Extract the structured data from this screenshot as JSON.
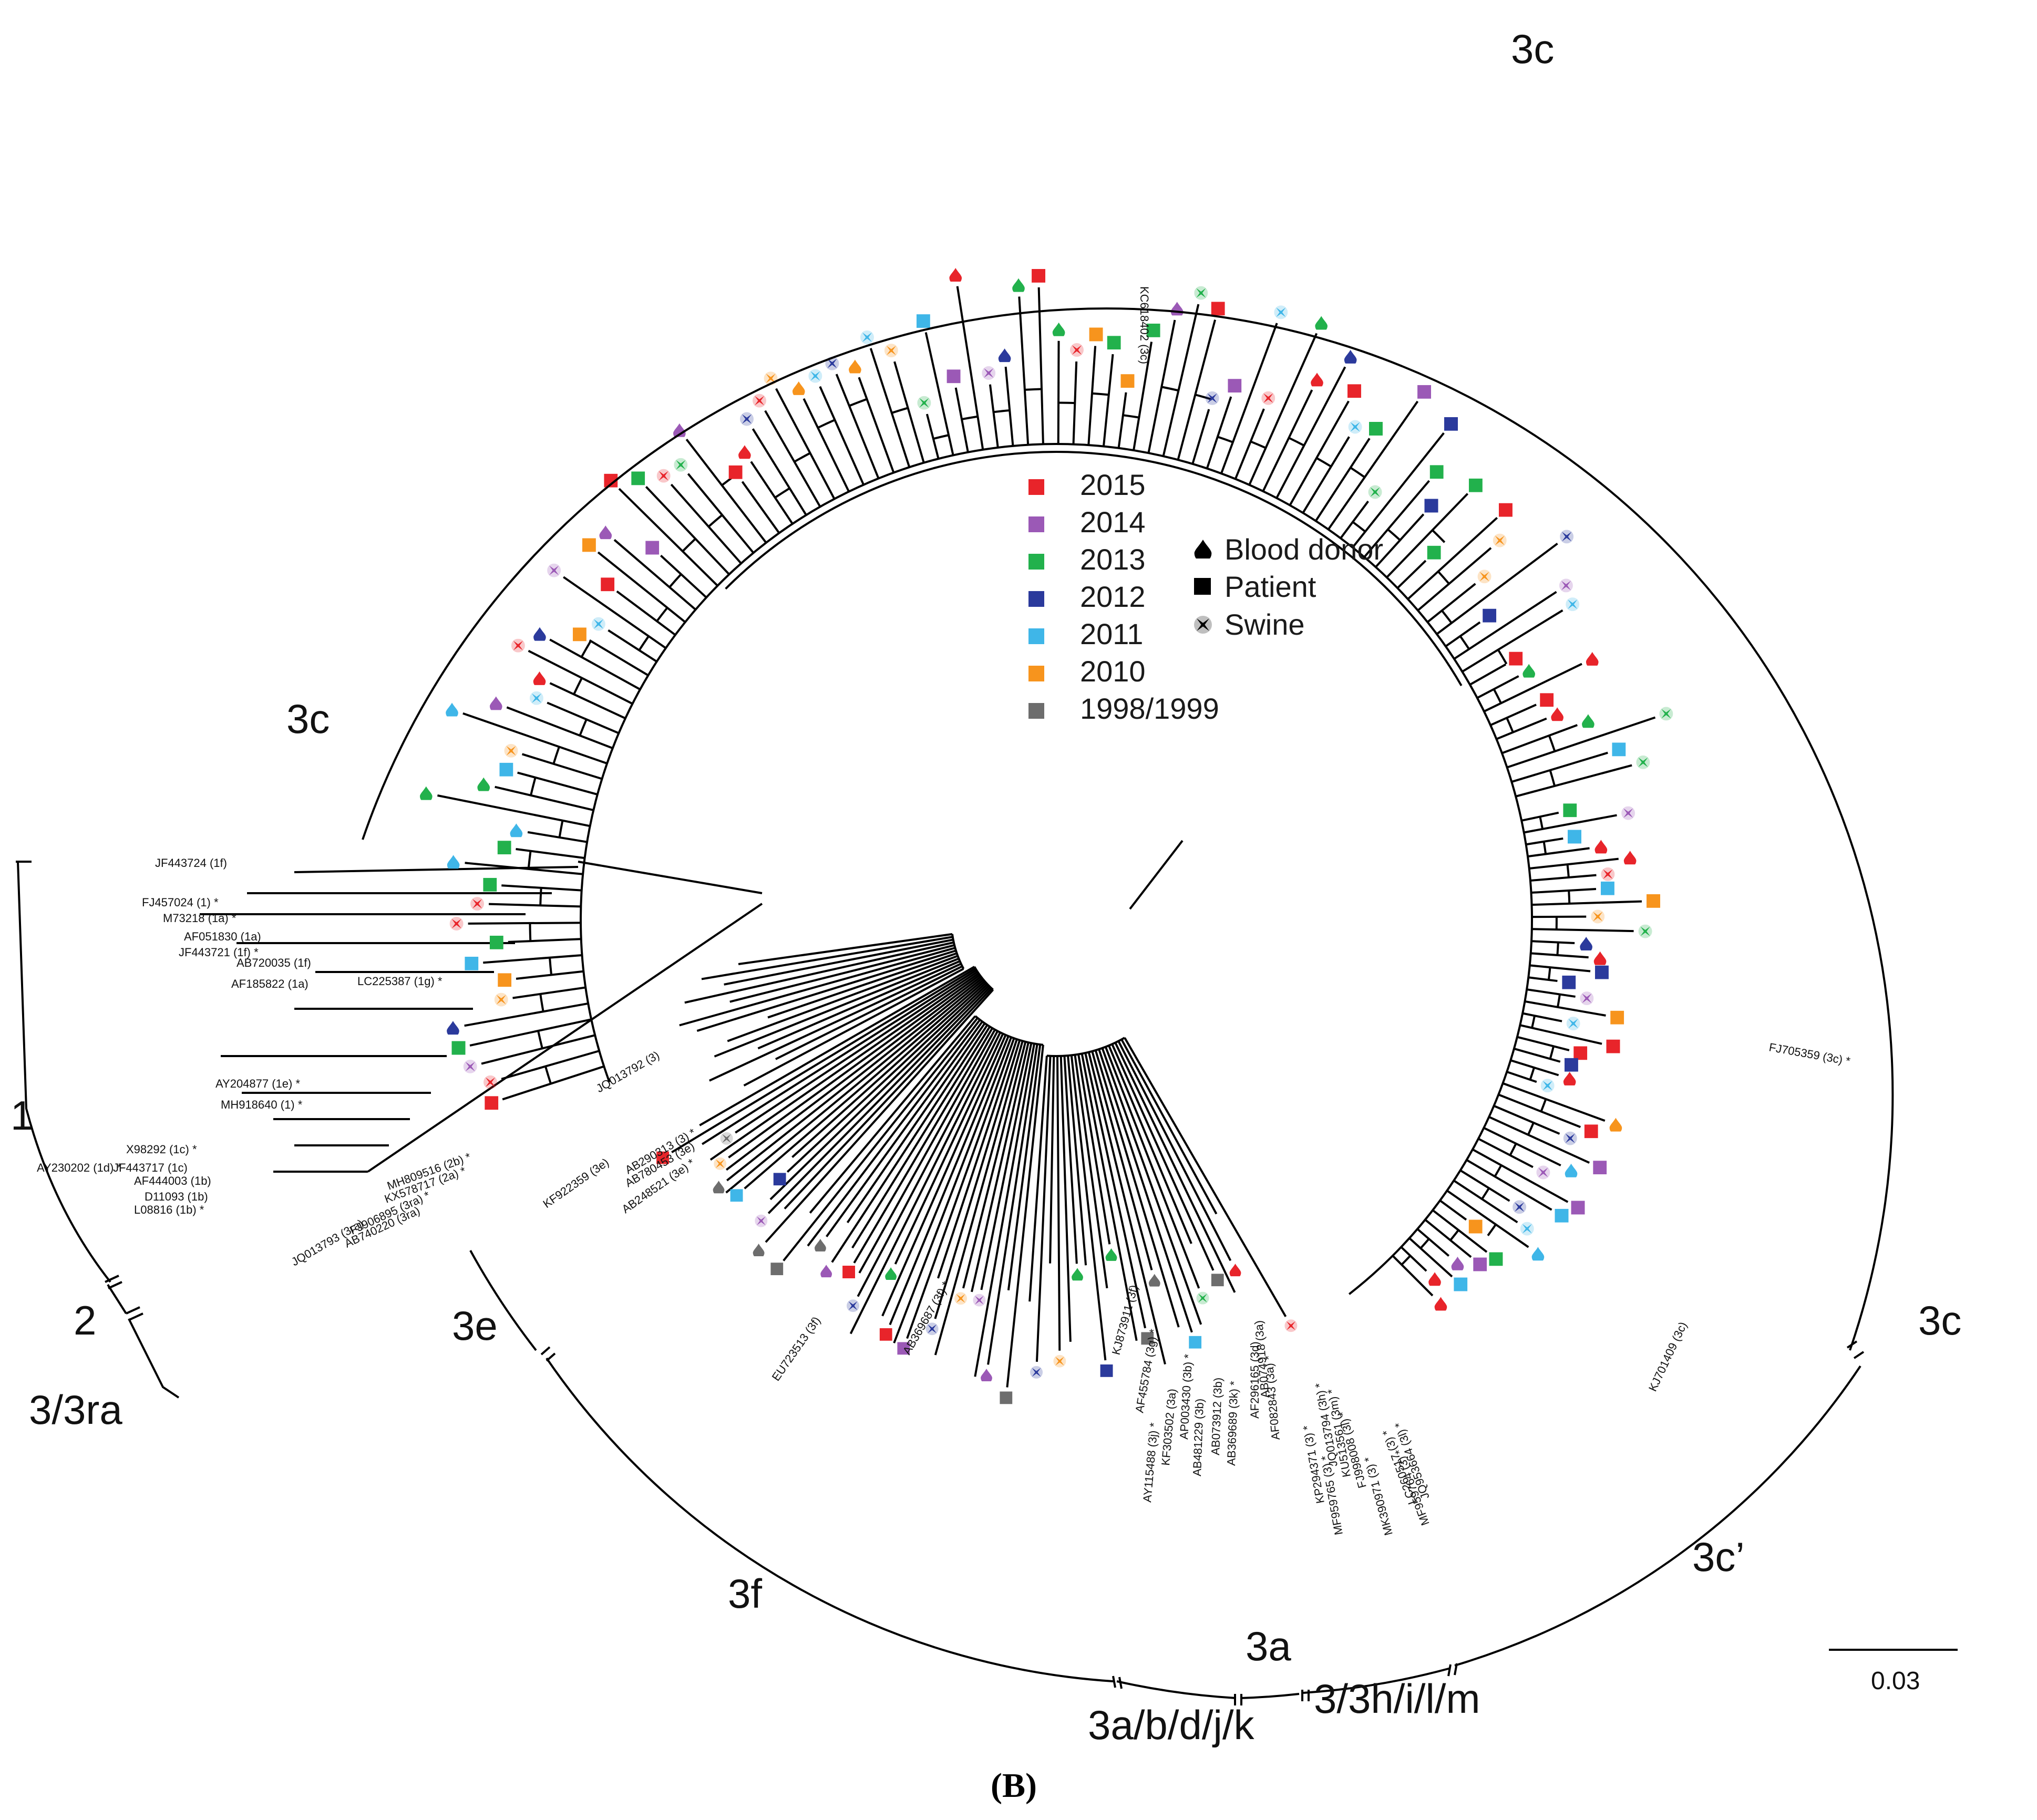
{
  "colors": {
    "2015": "#e8242a",
    "2014": "#9b59b6",
    "2013": "#22b14c",
    "2012": "#2b3a9c",
    "2011": "#3fb6e8",
    "2010": "#f7941d",
    "1998/1999": "#6d6d6d"
  },
  "legend": {
    "years": [
      "2015",
      "2014",
      "2013",
      "2012",
      "2011",
      "2010",
      "1998/1999"
    ],
    "types": [
      {
        "icon": "blood-drop-icon",
        "label": "Blood donor"
      },
      {
        "icon": "square-icon",
        "label": "Patient"
      },
      {
        "icon": "maltese-cross-icon",
        "label": "Swine"
      }
    ]
  },
  "clades": {
    "c3c_top": "3c",
    "c3c_left": "3c",
    "c3c_right": "3c",
    "c1": "1",
    "c2": "2",
    "c3ra": "3/3ra",
    "c3e": "3e",
    "c3f": "3f",
    "c3a": "3a",
    "c3abdjk": "3a/b/d/j/k",
    "c3hilm": "3/3h/i/l/m",
    "c3cprime": "3c’"
  },
  "references": [
    "JF443724 (1f)",
    "FJ457024 (1) *",
    "M73218 (1a) *",
    "AF051830 (1a)",
    "JF443721 (1f) *",
    "AB720035 (1f)",
    "AF185822 (1a)",
    "LC225387 (1g) *",
    "AY204877 (1e) *",
    "MH918640 (1) *",
    "AY230202 (1d) *",
    "X98292 (1c) *",
    "JF443717 (1c)",
    "AF444003 (1b)",
    "D11093 (1b)",
    "L08816 (1b) *",
    "MH809516 (2b) *",
    "KX578717 (2a) *",
    "FJ906895 (3ra) *",
    "AB740220 (3ra)",
    "JQ013793 (3ra)",
    "JQ013792 (3)",
    "AB290313 (3) *",
    "AB780453 (3e)",
    "KF922359 (3e)",
    "AB248521 (3e) *",
    "EU723513 (3f)",
    "AB369687 (3f) *",
    "KJ873911 (3f)",
    "AF455784 (3g) *",
    "AY115488 (3j) *",
    "KF303502 (3a)",
    "AP003430 (3b) *",
    "AB481229 (3b)",
    "AB073912 (3b)",
    "AB369689 (3k) *",
    "AF296165 (3d)",
    "AB074918 (3a)",
    "AF082843 (3a) *",
    "KP294371 (3) *",
    "MF959765 (3) *",
    "JQ013794 (3h) *",
    "KU513561 (3m) *",
    "FJ998008 (3l) *",
    "MK390971 (3) *",
    "LC260517 (3) *",
    "JQ953664 (3l) *",
    "MF959764 (3) *",
    "KJ701409 (3c)",
    "FJ705359 (3c) *",
    "KC618402 (3c)"
  ],
  "scale": "0.03",
  "panel": "(B)"
}
